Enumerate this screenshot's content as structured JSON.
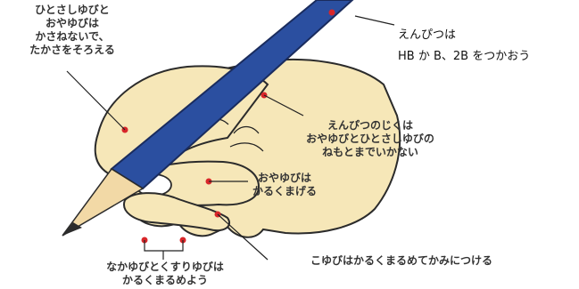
{
  "labels": {
    "index_finger_note": [
      "ひとさしゆびと",
      "おやゆびは",
      "かさねないで、",
      "たかさをそろえる"
    ],
    "pencil_choice": [
      "えんぴつは",
      "HB か B、2B をつかおう"
    ],
    "pencil_axis": [
      "えんぴつのじくは",
      "おやゆびとひとさしゆびの",
      "ねもとまでいかない"
    ],
    "thumb_note": [
      "おやゆびは",
      "かるくまげる"
    ],
    "middle_ring_note": [
      "なかゆびとくすりゆびは",
      "かるくまるめよう"
    ],
    "little_finger_note": "こゆびはかるくまるめてかみにつける"
  },
  "colors": {
    "skin": "#f6e7b8",
    "outline": "#2b2b2b",
    "pencil_body": "#2b4fa0",
    "pencil_wood": "#f2d9a6",
    "marker_dot": "#d8262a"
  },
  "icons": [
    "hand-illustration",
    "pencil-illustration"
  ]
}
